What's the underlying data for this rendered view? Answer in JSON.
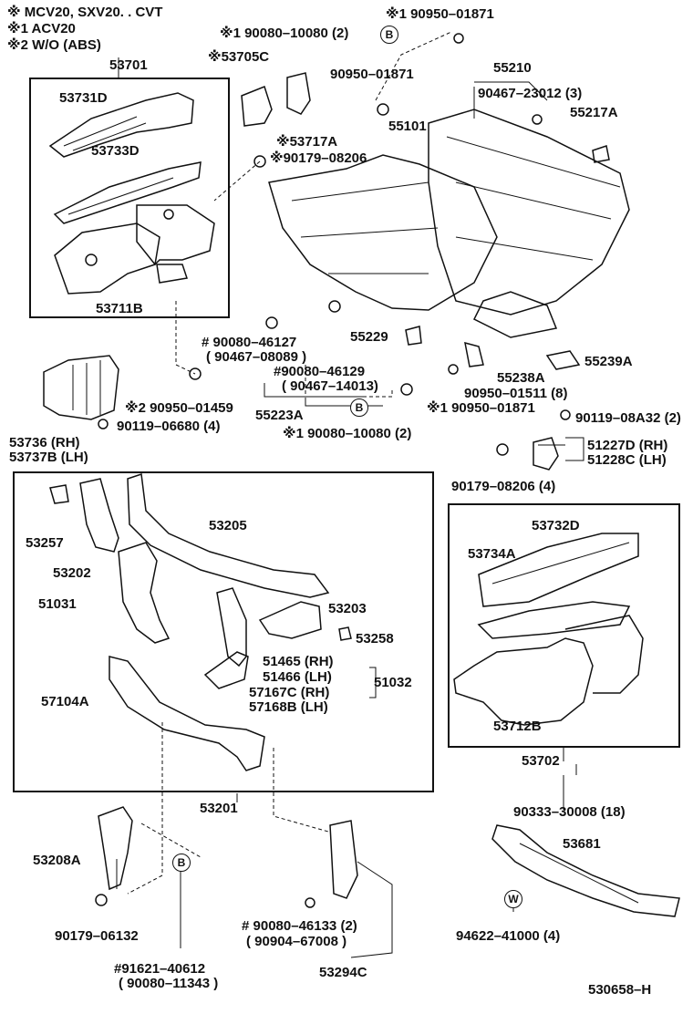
{
  "notes": {
    "note_main": "※ MCV20, SXV20. . CVT",
    "note_1": "※1 ACV20",
    "note_2": "※2 W/O (ABS)"
  },
  "markers": {
    "b": "B",
    "w": "W"
  },
  "labels": {
    "p53701": "53701",
    "p53731d": "53731D",
    "p53733d": "53733D",
    "p53711b": "53711B",
    "p53705c": "※53705C",
    "p53717a": "※53717A",
    "p90179_08206_top": "※90179–08206",
    "p90080_10080_top": "※1 90080–10080 (2)",
    "p90950_01871_top": "※1 90950–01871",
    "p90950_01871_mid": "90950–01871",
    "p55210": "55210",
    "p90467_23012": "90467–23012 (3)",
    "p55101": "55101",
    "p55217a": "55217A",
    "p90080_46127": "# 90080–46127",
    "p90467_08089": "( 90467–08089 )",
    "p90080_46129": "#90080–46129",
    "p90467_14013": "( 90467–14013)",
    "p55229": "55229",
    "p55238a": "55238A",
    "p55239a": "55239A",
    "p90950_01511": "90950–01511 (8)",
    "p90950_01871_low": "※1 90950–01871",
    "p55223a": "55223A",
    "p90080_10080_low": "※1 90080–10080 (2)",
    "p90950_01459": "※2 90950–01459",
    "p90119_06680": "90119–06680 (4)",
    "p53736": "53736  (RH)",
    "p53737b": "53737B (LH)",
    "p90119_08a32": "90119–08A32 (2)",
    "p51227d": "51227D (RH)",
    "p51228c": "51228C (LH)",
    "p90179_08206_4": "90179–08206 (4)",
    "p53257": "53257",
    "p53202": "53202",
    "p53205": "53205",
    "p51031": "51031",
    "p53203": "53203",
    "p53258": "53258",
    "p51465": "51465 (RH)",
    "p51466": "51466 (LH)",
    "p51032": "51032",
    "p57167c": "57167C (RH)",
    "p57168b": "57168B (LH)",
    "p57104a": "57104A",
    "p53201": "53201",
    "p53732d": "53732D",
    "p53734a": "53734A",
    "p53712b": "53712B",
    "p53702": "53702",
    "p90333_30008": "90333–30008 (18)",
    "p53681": "53681",
    "p94622_41000": "94622–41000 (4)",
    "p53208a": "53208A",
    "p90179_06132": "90179–06132",
    "p90080_46133": "# 90080–46133 (2)",
    "p90904_67008": "( 90904–67008 )",
    "p53294c": "53294C",
    "p91621_40612": "#91621–40612",
    "p90080_11343": "( 90080–11343 )"
  },
  "diagram_code": "530658–H"
}
